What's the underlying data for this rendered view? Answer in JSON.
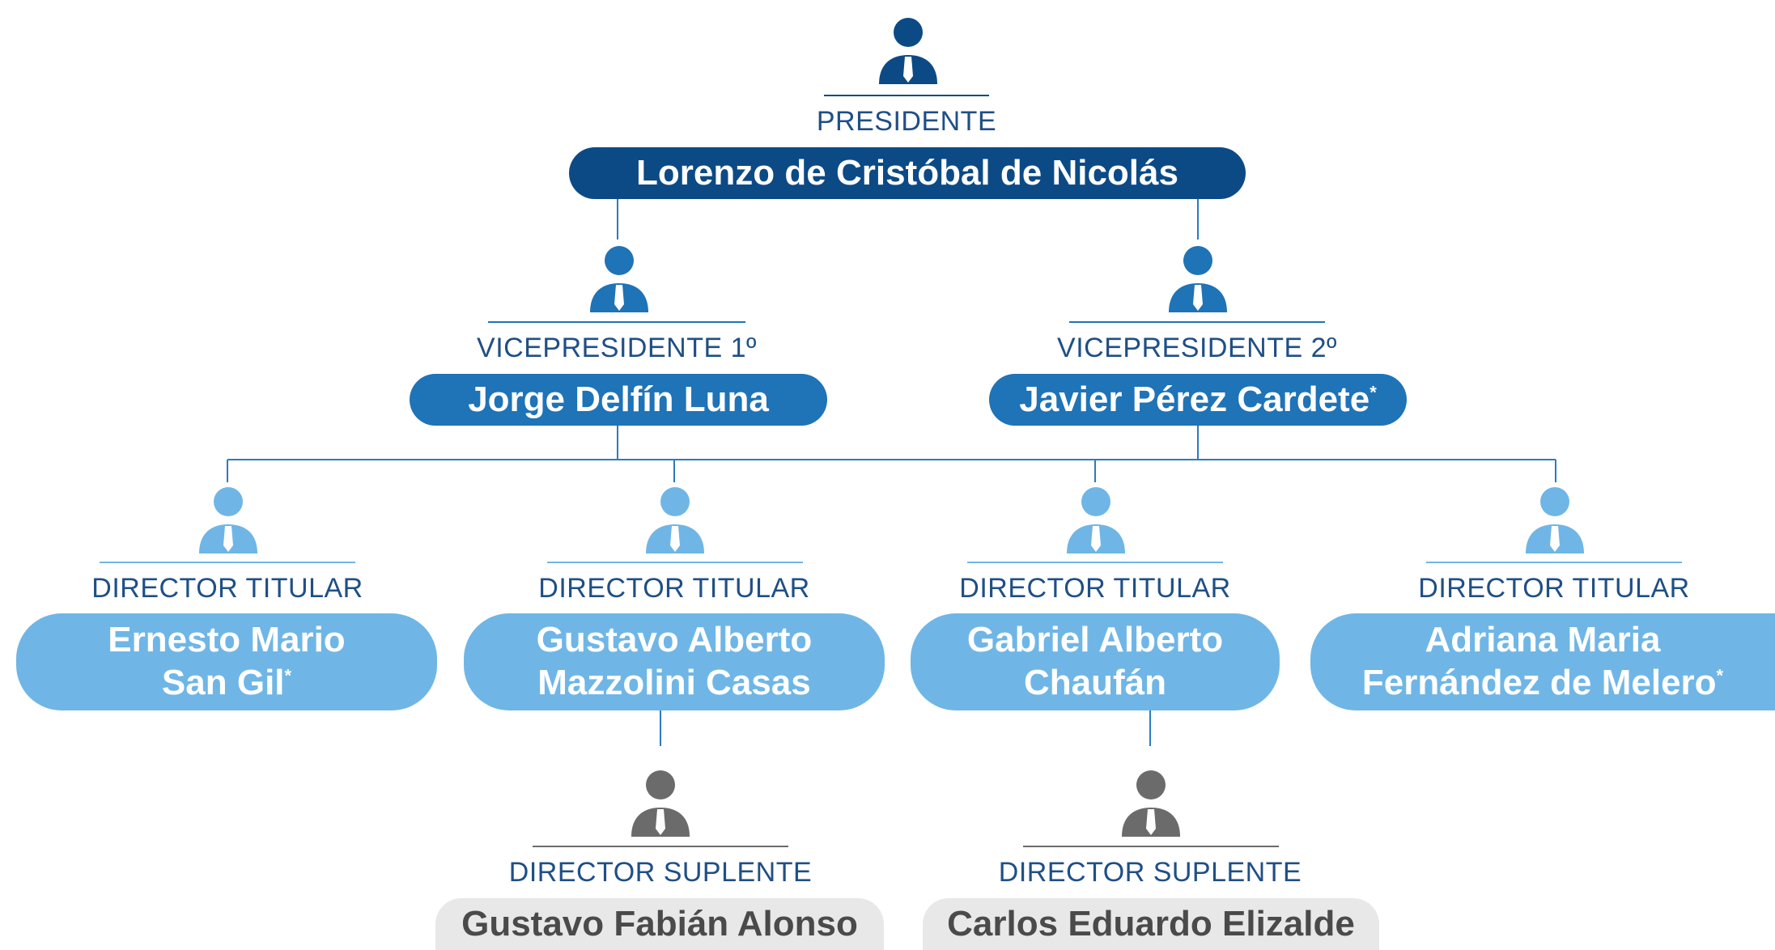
{
  "colors": {
    "president": "#0c4a86",
    "vice": "#1f73b7",
    "director": "#6fb6e6",
    "alternate_icon": "#6b6b6b",
    "alternate_pill": "#e8e8e8",
    "alternate_text": "#4a4a4a",
    "role_president": "#1f4f86",
    "role_vice": "#1f4f86",
    "role_director": "#1f4f86",
    "role_alternate": "#1f4f86",
    "connector": "#2c7bc0"
  },
  "president": {
    "role": "PRESIDENTE",
    "name": "Lorenzo de Cristóbal de Nicolás",
    "icon": "person-tie-icon"
  },
  "vice_presidents": [
    {
      "role": "VICEPRESIDENTE 1º",
      "name": "Jorge Delfín Luna",
      "asterisk": "",
      "icon": "person-tie-icon"
    },
    {
      "role": "VICEPRESIDENTE 2º",
      "name": "Javier Pérez Cardete",
      "asterisk": "*",
      "icon": "person-tie-icon"
    }
  ],
  "directors": [
    {
      "role": "DIRECTOR TITULAR",
      "line1": "Ernesto Mario",
      "line2": "San Gil",
      "asterisk": "*",
      "icon": "person-tie-icon"
    },
    {
      "role": "DIRECTOR TITULAR",
      "line1": "Gustavo Alberto",
      "line2": "Mazzolini Casas",
      "asterisk": "",
      "icon": "person-tie-icon"
    },
    {
      "role": "DIRECTOR TITULAR",
      "line1": "Gabriel Alberto",
      "line2": "Chaufán",
      "asterisk": "",
      "icon": "person-tie-icon"
    },
    {
      "role": "DIRECTOR TITULAR",
      "line1": "Adriana Maria",
      "line2": "Fernández de Melero",
      "asterisk": "*",
      "icon": "person-tie-icon"
    }
  ],
  "alternates": [
    {
      "role": "DIRECTOR SUPLENTE",
      "name": "Gustavo Fabián Alonso",
      "icon": "person-tie-icon"
    },
    {
      "role": "DIRECTOR SUPLENTE",
      "name": "Carlos Eduardo Elizalde",
      "icon": "person-tie-icon"
    }
  ]
}
